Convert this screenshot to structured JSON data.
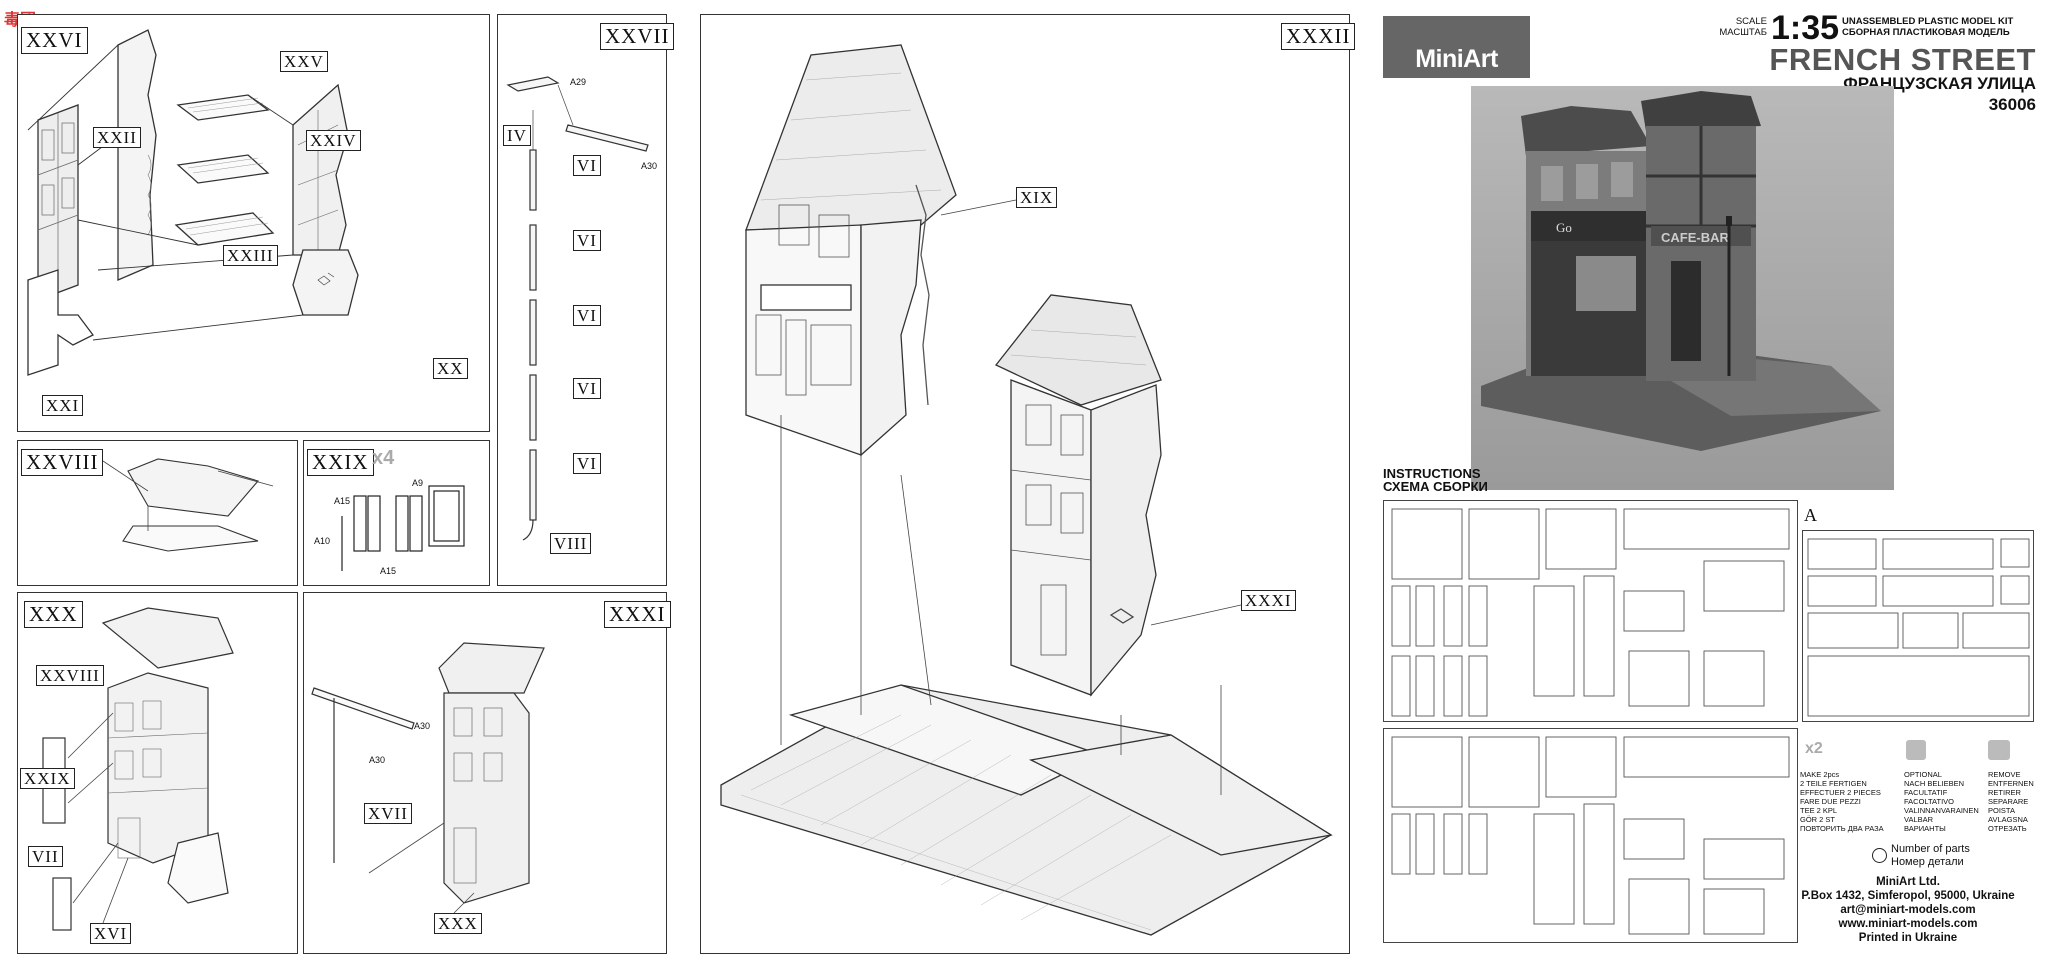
{
  "watermark": "毒团",
  "steps": {
    "s26": "XXVI",
    "s27": "XXVII",
    "s28": "XXVIII",
    "s29": "XXIX",
    "s29mult": "x4",
    "s30": "XXX",
    "s31": "XXXI",
    "s32": "XXXII"
  },
  "labels": {
    "XXV": "XXV",
    "XXII": "XXII",
    "XXIV": "XXIV",
    "XXIII": "XXIII",
    "XX": "XX",
    "XXI": "XXI",
    "IV": "IV",
    "VI": "VI",
    "VIII": "VIII",
    "VII": "VII",
    "XVI": "XVI",
    "XVII": "XVII",
    "XIX": "XIX",
    "XXX": "XXX",
    "XXXI": "XXXI"
  },
  "parts": {
    "A29": "A29",
    "A30": "A30",
    "A9": "A9",
    "A10": "A10",
    "A15": "A15"
  },
  "header": {
    "logo": "MiniArt",
    "scale_en": "SCALE",
    "scale_ru": "МАСШТАБ",
    "scale_value": "1:35",
    "kit_en": "UNASSEMBLED PLASTIC MODEL KIT",
    "kit_ru": "СБОРНАЯ ПЛАСТИКОВАЯ МОДЕЛЬ",
    "title_en": "FRENCH STREET",
    "title_ru": "ФРАНЦУЗСКАЯ УЛИЦА",
    "kit_number": "36006"
  },
  "photo": {
    "signs": [
      "Go",
      "CAFE-BAR"
    ]
  },
  "instructions": {
    "en": "INSTRUCTIONS",
    "ru": "СХЕМА СБОРКИ"
  },
  "sprue_letter": "A",
  "legend": {
    "make2": "x2",
    "make_text": "MAKE 2pcs\n2 TEILE FERTIGEN\nEFFECTUER 2 PIECES\nFARE DUE PEZZI\nTEE 2 KPL\nGÖR 2 ST\nПОВТОРИТЬ ДВА РАЗА",
    "optional_text": "OPTIONAL\nNACH BELIEBEN\nFACULTATIF\nFACOLTATIVO\nVALINNANVARAINEN\nVALBAR\nВАРИАНТЫ",
    "remove_text": "REMOVE\nENTFERNEN\nRETIRER\nSEPARARE\nPOISTA\nAVLAGSNA\nОТРЕЗАТЬ",
    "parts_en": "Number of parts",
    "parts_ru": "Номер детали"
  },
  "address": {
    "company": "MiniArt Ltd.",
    "postal": "P.Box 1432, Simferopol, 95000, Ukraine",
    "email": "art@miniart-models.com",
    "web": "www.miniart-models.com",
    "printed": "Printed in Ukraine"
  }
}
